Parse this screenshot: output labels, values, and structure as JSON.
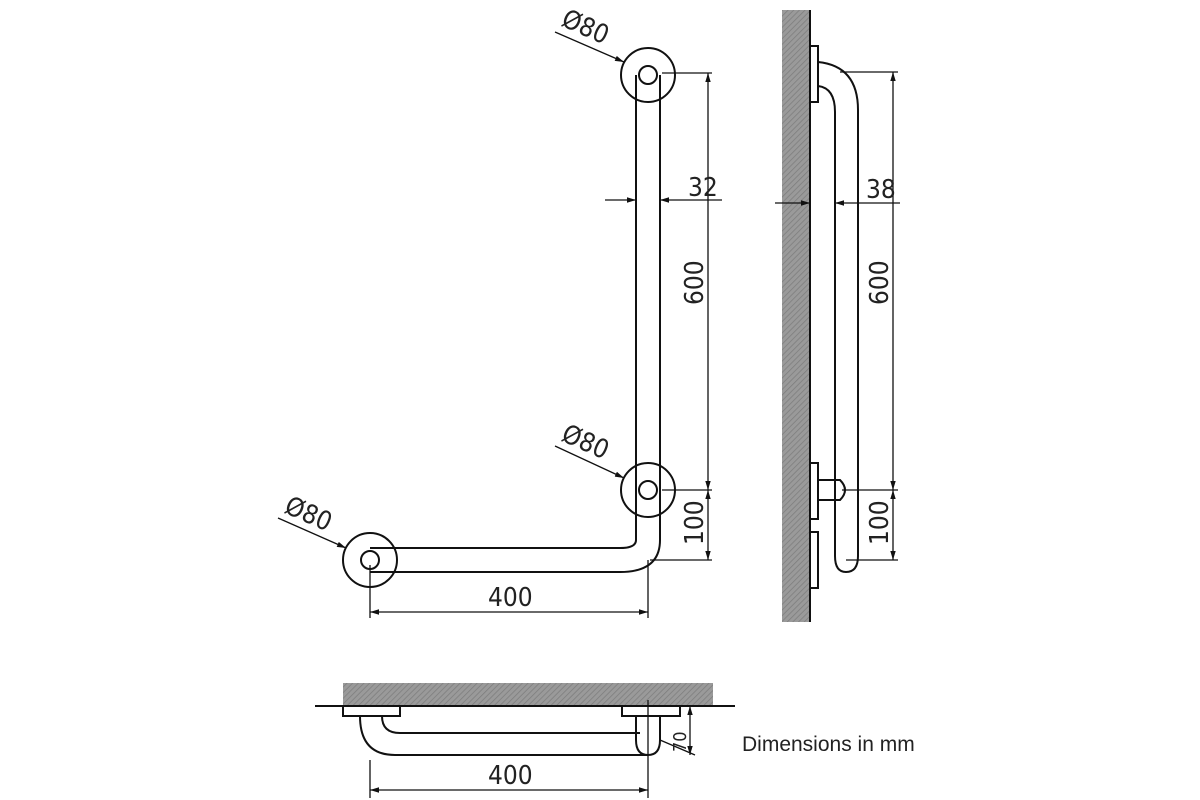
{
  "drawing": {
    "front_view": {
      "diameter_labels": [
        "Ø80",
        "Ø80",
        "Ø80"
      ],
      "tube_diameter": "32",
      "vertical_length": "600",
      "lower_offset": "100",
      "horizontal_length": "400"
    },
    "side_view": {
      "wall_clearance": "38",
      "vertical_length": "600",
      "lower_offset": "100"
    },
    "top_view": {
      "horizontal_length": "400",
      "projection": "70"
    },
    "note": "Dimensions in mm"
  }
}
